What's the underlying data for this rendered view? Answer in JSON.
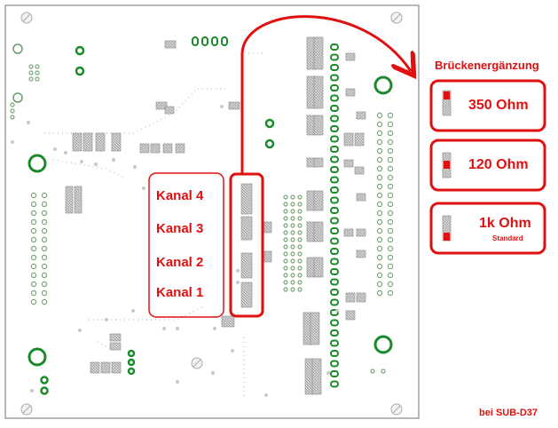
{
  "colors": {
    "accent": "#e01010",
    "pad_green": "#1a8a2a",
    "pcb_outline": "#888888"
  },
  "channels": {
    "k4": "Kanal 4",
    "k3": "Kanal 3",
    "k2": "Kanal 2",
    "k1": "Kanal 1"
  },
  "bridge": {
    "title": "Brückenergänzung",
    "opt_350": "350 Ohm",
    "opt_120": "120 Ohm",
    "opt_1k": "1k Ohm",
    "opt_1k_note": "Standard"
  },
  "footer": "bei SUB-D37"
}
